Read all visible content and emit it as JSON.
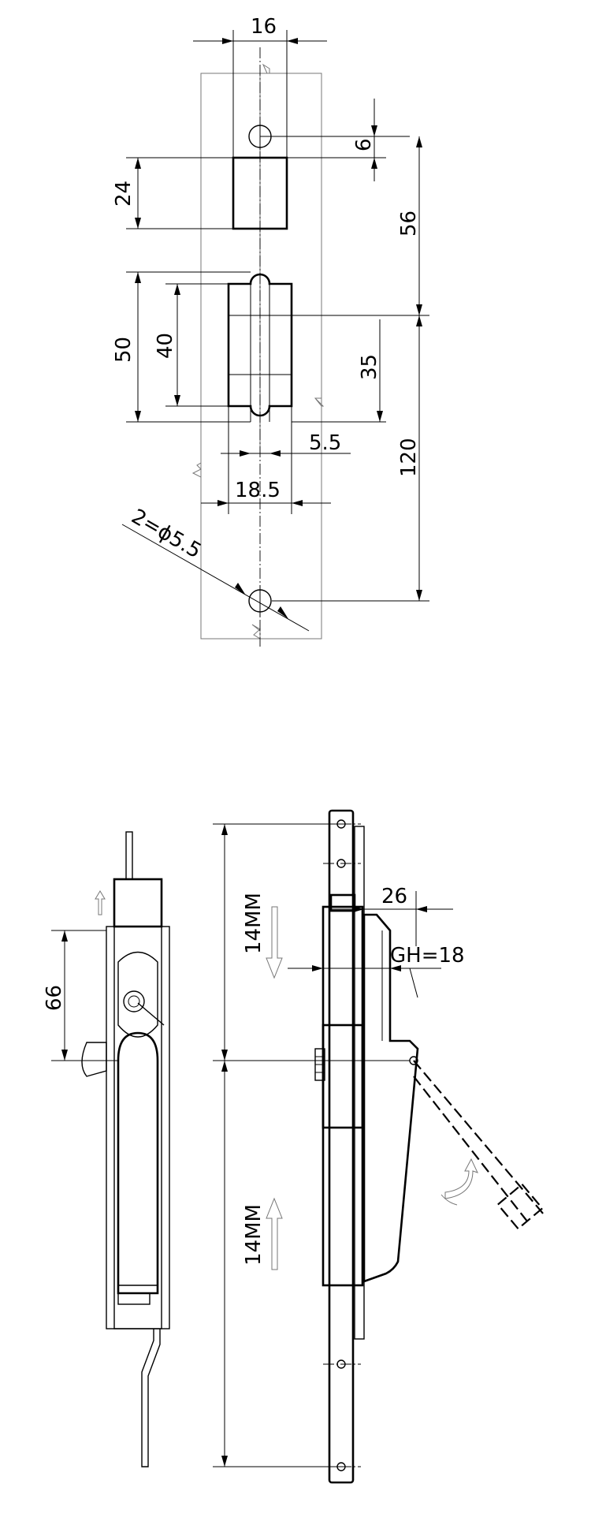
{
  "top_view": {
    "dimensions": {
      "top_width": "16",
      "hole_offset": "6",
      "slot_height": "24",
      "spacing_upper": "56",
      "outer_height": "50",
      "inner_height": "40",
      "lower_height": "35",
      "tab_width": "5.5",
      "opening_width": "18.5",
      "spacing_lower": "120",
      "hole_spec": "2=ϕ5.5"
    }
  },
  "bottom_view": {
    "dimensions": {
      "rod_travel": "66",
      "stroke_upper": "14MM",
      "stroke_lower": "14MM",
      "handle_offset": "26",
      "handle_height": "GH=18"
    }
  }
}
